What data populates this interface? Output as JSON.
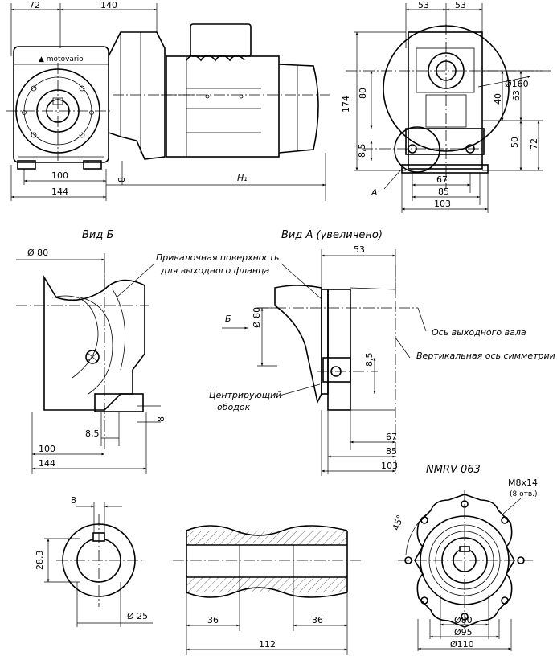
{
  "top_view": {
    "dims": {
      "d72": "72",
      "d140": "140",
      "d100": "100",
      "d144": "144",
      "d8": "8",
      "h1": "H₁"
    },
    "motor_brand": "▲ motovario"
  },
  "side_view": {
    "dims": {
      "d53a": "53",
      "d53b": "53",
      "d174": "174",
      "d80": "80",
      "d40": "40",
      "d63": "63",
      "d50": "50",
      "d72": "72",
      "d8_5": "8,5",
      "d67": "67",
      "d85": "85",
      "d103": "103"
    },
    "dia160": "Ø160",
    "label_a": "A"
  },
  "view_b": {
    "title": "Вид Б",
    "dia80": "Ø 80",
    "dims": {
      "d8_5": "8,5",
      "d8": "8",
      "d100": "100",
      "d144": "144"
    }
  },
  "view_a": {
    "title": "Вид А (увеличено)",
    "dims": {
      "d53": "53",
      "d8_5": "8,5",
      "d67": "67",
      "d85": "85",
      "d103": "103"
    },
    "dia80": "Ø 80",
    "arrow_b": "Б",
    "label_mounting": [
      "Привалочная поверхность",
      "для выходного фланца"
    ],
    "label_output_axis": "Ось выходного вала",
    "label_vertical_axis": "Вертикальная ось симметрии",
    "label_centering": [
      "Центрирующий",
      "ободок"
    ]
  },
  "bore_view": {
    "dims": {
      "d8": "8",
      "d28_3": "28,3",
      "dia25": "Ø 25"
    }
  },
  "shaft_view": {
    "dims": {
      "d36a": "36",
      "d36b": "36",
      "d112": "112"
    }
  },
  "flange_view": {
    "title": "NMRV 063",
    "thread": "M8x14",
    "thread_note": "(8 отв.)",
    "angle": "45°",
    "dims": {
      "dia80": "Ø80",
      "dia95": "Ø95",
      "dia110": "Ø110"
    }
  }
}
